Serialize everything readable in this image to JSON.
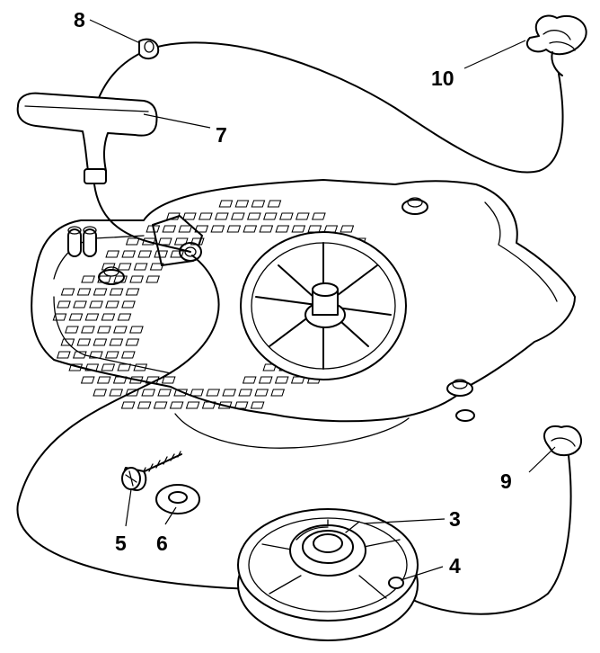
{
  "figure": {
    "callouts": [
      {
        "id": "c8",
        "label": "8"
      },
      {
        "id": "c10",
        "label": "10"
      },
      {
        "id": "c7",
        "label": "7"
      },
      {
        "id": "c9",
        "label": "9"
      },
      {
        "id": "c3",
        "label": "3"
      },
      {
        "id": "c4",
        "label": "4"
      },
      {
        "id": "c5",
        "label": "5"
      },
      {
        "id": "c6",
        "label": "6"
      }
    ]
  }
}
